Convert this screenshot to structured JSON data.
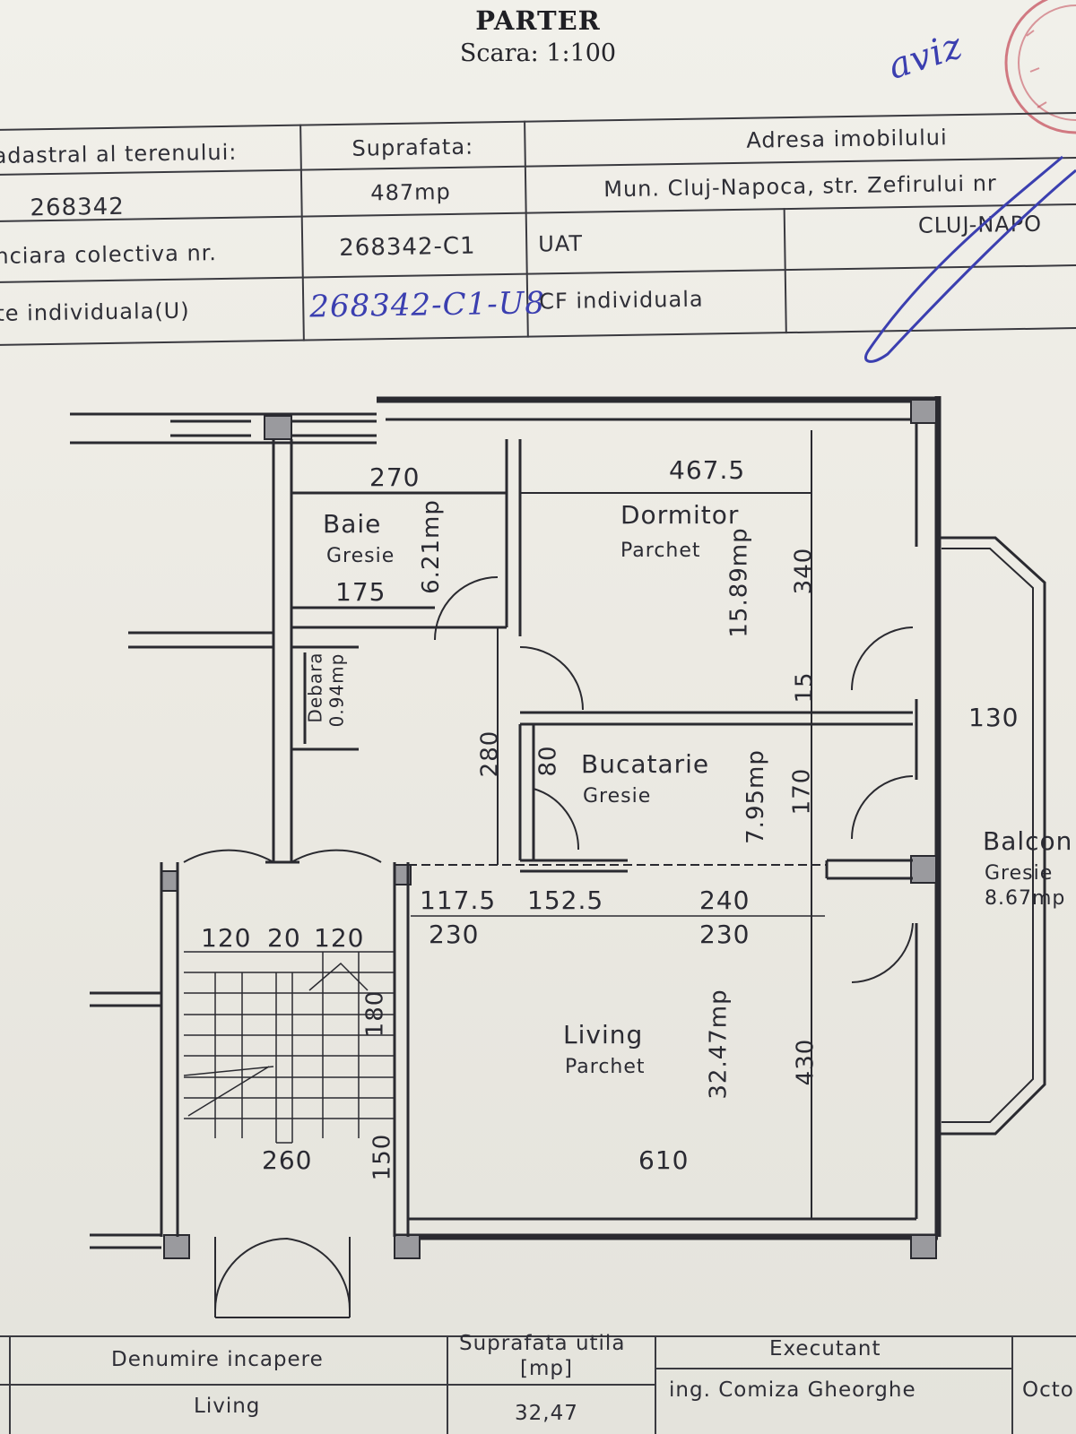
{
  "title": "PARTER",
  "scale": "Scara: 1:100",
  "header": {
    "cadastral_label": "adastral al terenului:",
    "cadastral_value": "268342",
    "surface_label": "Suprafata:",
    "surface_value": "487mp",
    "address_label": "Adresa imobilului",
    "address_value": "Mun. Cluj-Napoca, str. Zefirului nr",
    "cf_collective_label": "nciara colectiva nr.",
    "cf_collective_value": "268342-C1",
    "uat_label": "UAT",
    "uat_value": "CLUJ-NAPO",
    "unit_label": "te individuala(U)",
    "unit_value": "268342-C1-U8",
    "cf_individual_label": "CF individuala",
    "annotation": "aviz"
  },
  "rooms": {
    "baie": {
      "name": "Baie",
      "floor": "Gresie",
      "area": "6.21mp"
    },
    "dormitor": {
      "name": "Dormitor",
      "floor": "Parchet",
      "area": "15.89mp"
    },
    "debara": {
      "name": "Debara",
      "area": "0.94mp"
    },
    "bucatarie": {
      "name": "Bucatarie",
      "floor": "Gresie",
      "area": "7.95mp"
    },
    "living": {
      "name": "Living",
      "floor": "Parchet",
      "area": "32.47mp"
    },
    "balcon": {
      "name": "Balcon",
      "floor": "Gresie",
      "area": "8.67mp"
    }
  },
  "dimensions": {
    "baie_width": "270",
    "baie_inner": "175",
    "dormitor_width": "467.5",
    "dormitor_height": "340",
    "wall_15": "15",
    "balcon_depth": "130",
    "hall_280": "280",
    "kitchen_80": "80",
    "kitchen_height": "170",
    "d_117_5": "117.5",
    "d_152_5": "152.5",
    "d_240": "240",
    "d_230_left": "230",
    "d_230_right": "230",
    "stair_120a": "120",
    "stair_20": "20",
    "stair_120b": "120",
    "stair_180": "180",
    "stair_260": "260",
    "stair_150": "150",
    "living_height": "430",
    "living_width": "610"
  },
  "footer": {
    "col1_header": "Denumire incapere",
    "col2_header": "Suprafata utila",
    "col2_unit": "[mp]",
    "col3_header": "Executant",
    "row1_name": "Living",
    "row1_area": "32,47",
    "executant": "ing. Comiza Gheorghe",
    "date": "Octo"
  },
  "colors": {
    "ink": "#2a2a33",
    "handwriting": "#3b3fb0",
    "stamp": "#c0394a",
    "paper": "#eeede6"
  }
}
